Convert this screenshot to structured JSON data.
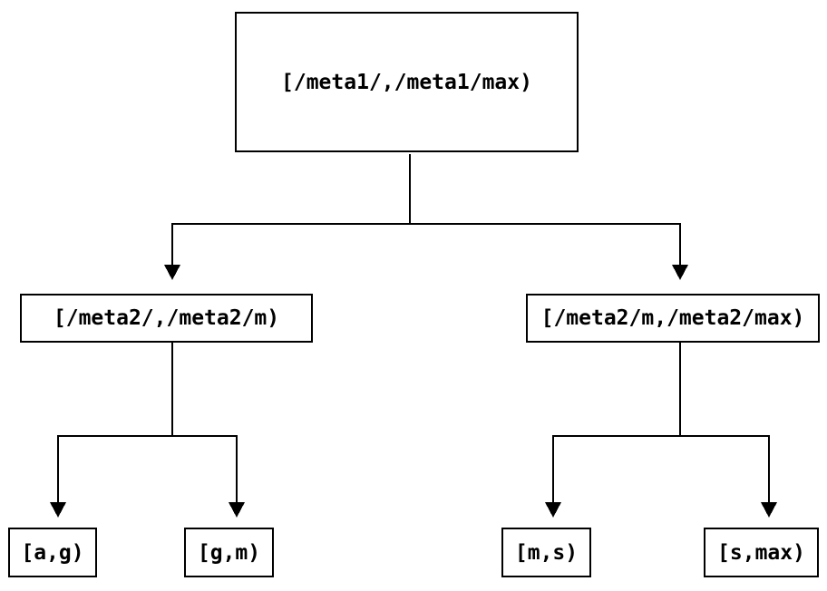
{
  "diagram": {
    "type": "tree",
    "background_color": "#ffffff",
    "line_color": "#000000",
    "text_color": "#000000",
    "root": {
      "label": "[/meta1/,/meta1/max)"
    },
    "children": [
      {
        "label": "[/meta2/,/meta2/m)",
        "children": [
          {
            "label": "[a,g)"
          },
          {
            "label": "[g,m)"
          }
        ]
      },
      {
        "label": "[/meta2/m,/meta2/max)",
        "children": [
          {
            "label": "[m,s)"
          },
          {
            "label": "[s,max)"
          }
        ]
      }
    ]
  }
}
